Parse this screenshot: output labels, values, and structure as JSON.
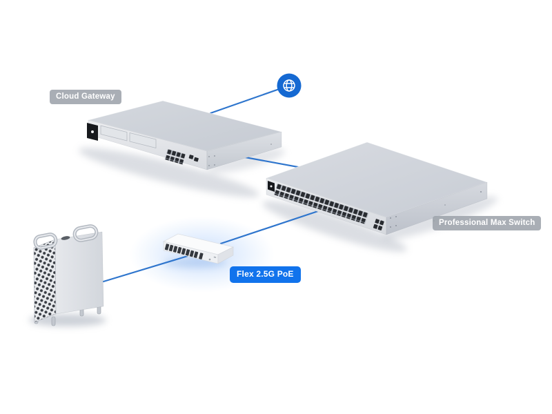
{
  "diagram": {
    "type": "network-topology",
    "background": "#ffffff",
    "labels": {
      "cloud_gateway": "Cloud Gateway",
      "professional_max_switch": "Professional Max Switch",
      "flex_poe": "Flex 2.5G PoE"
    },
    "nodes": [
      {
        "id": "internet",
        "icon": "globe-icon"
      },
      {
        "id": "cloud-gateway",
        "label": "Cloud Gateway"
      },
      {
        "id": "professional-max-switch",
        "label": "Professional Max Switch"
      },
      {
        "id": "flex-2.5g-poe",
        "label": "Flex 2.5G PoE"
      },
      {
        "id": "workstation-tower"
      }
    ],
    "connections": [
      {
        "from": "internet",
        "to": "cloud-gateway"
      },
      {
        "from": "cloud-gateway",
        "to": "professional-max-switch"
      },
      {
        "from": "professional-max-switch",
        "to": "flex-2.5g-poe"
      },
      {
        "from": "flex-2.5g-poe",
        "to": "workstation-tower"
      }
    ],
    "colors": {
      "connection_line": "#2e75cd",
      "globe_icon_bg": "#1569d2",
      "gray_badge_bg": "#9da3ab",
      "blue_badge_bg": "#1173ec",
      "badge_text": "#ffffff"
    }
  }
}
